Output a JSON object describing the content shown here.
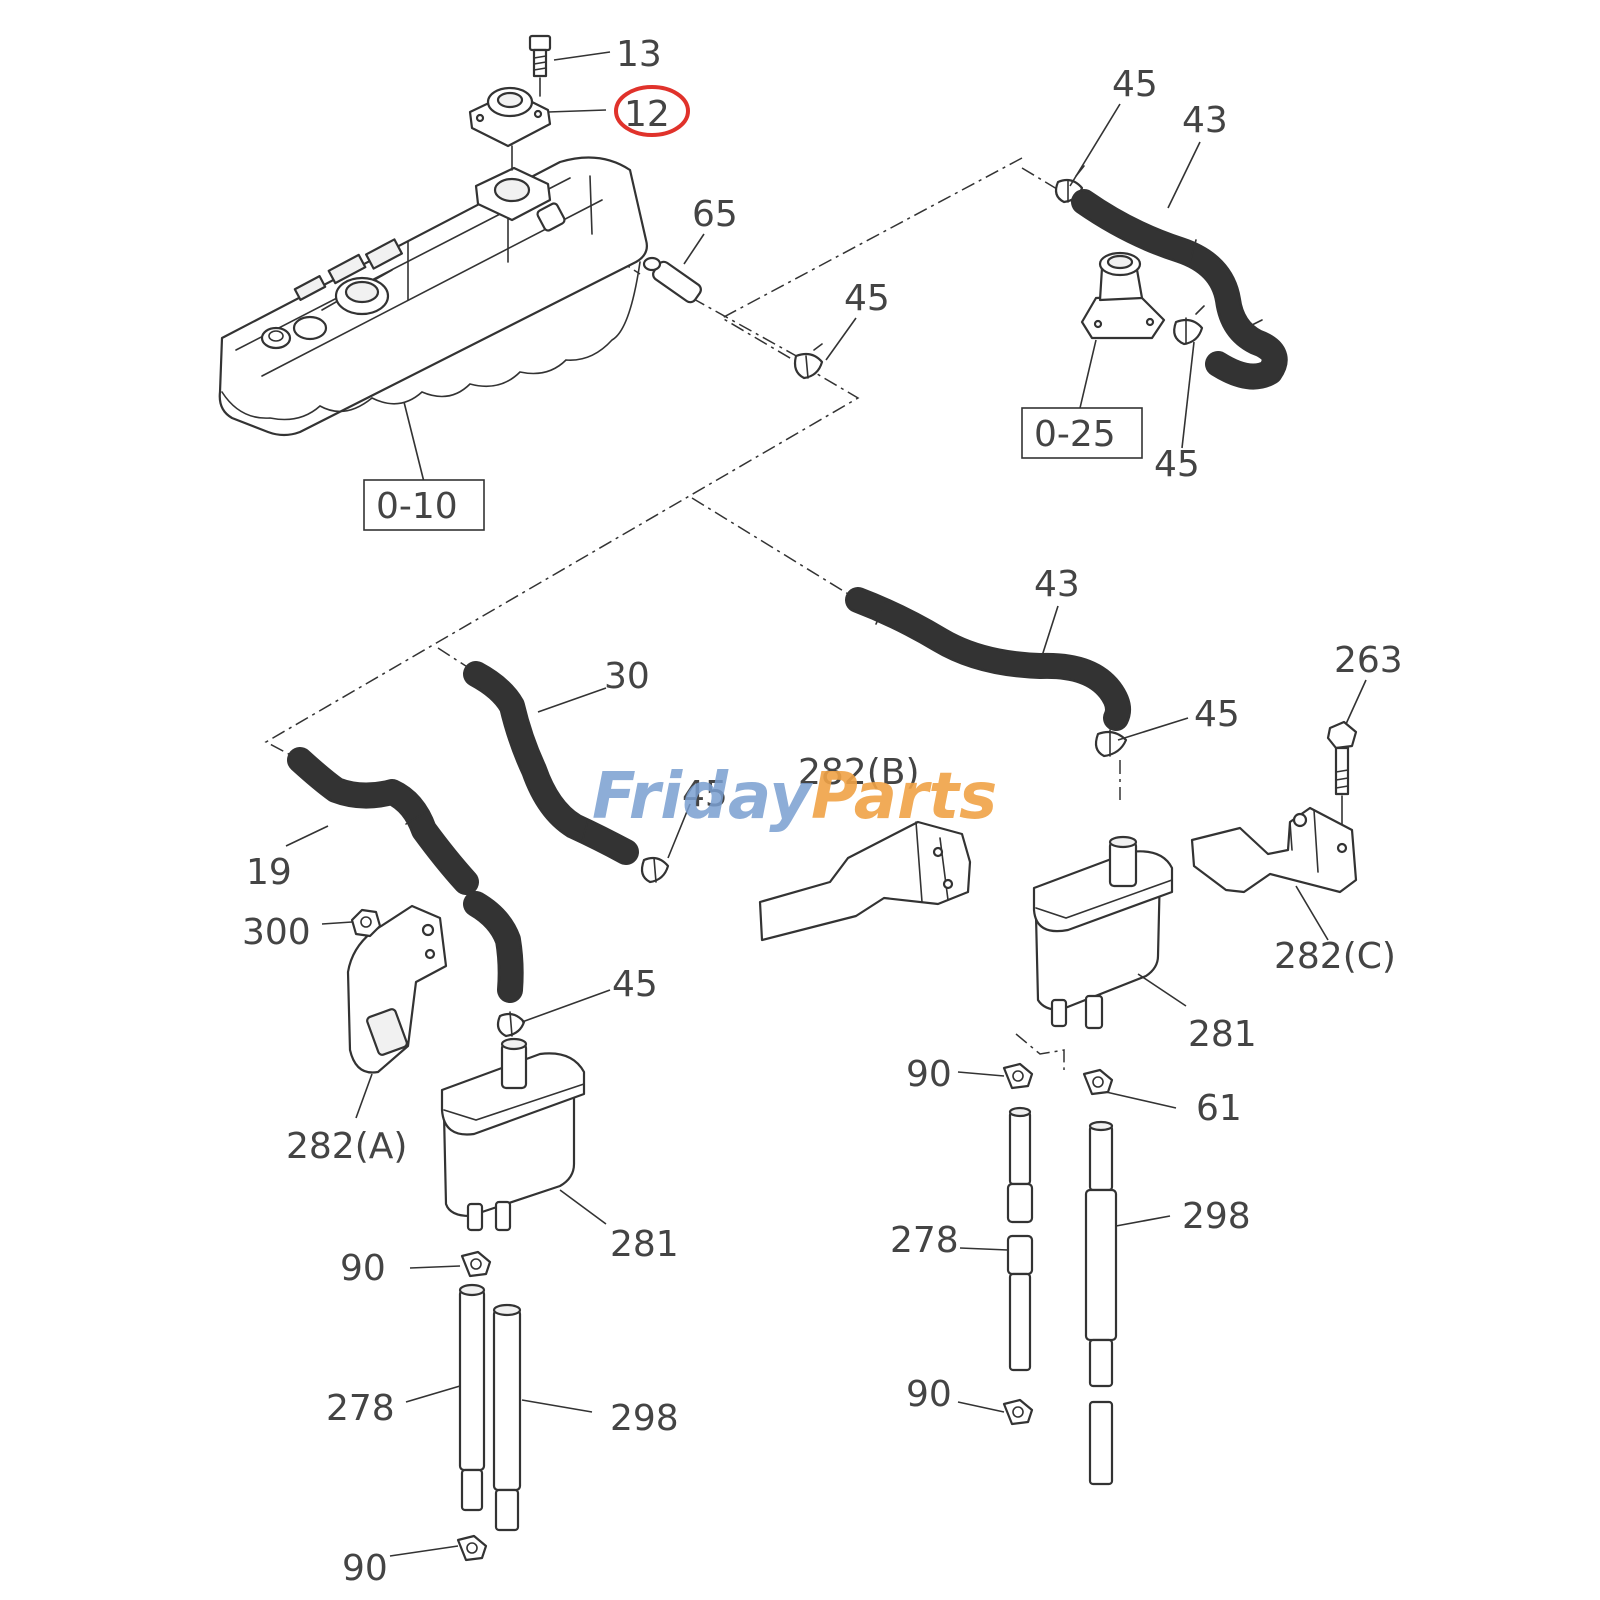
{
  "diagram": {
    "callouts": {
      "c13": "13",
      "c12": "12",
      "c65": "65",
      "c45_top_left": "45",
      "c45_top_right": "45",
      "c43_top": "43",
      "c45_right_fitting": "45",
      "c0_10": "0-10",
      "c0_25": "0-25",
      "c43_mid": "43",
      "c45_mid_right": "45",
      "c263": "263",
      "c30": "30",
      "c282b": "282(B)",
      "c45_mid_left": "45",
      "c19": "19",
      "c300": "300",
      "c282c": "282(C)",
      "c45_lower_left": "45",
      "c281_right": "281",
      "c90_mid_right": "90",
      "c61": "61",
      "c282a": "282(A)",
      "c281_left": "281",
      "c298_right": "298",
      "c278_right": "278",
      "c90_left_upper": "90",
      "c278_left": "278",
      "c298_left": "298",
      "c90_right_lower": "90",
      "c90_left_lower": "90"
    },
    "highlight": {
      "callout": "12",
      "color": "#e0322b"
    },
    "watermark": {
      "part1": "Friday",
      "part2": "Parts",
      "color1": "#7a9fd1",
      "color2": "#f0a347"
    }
  }
}
